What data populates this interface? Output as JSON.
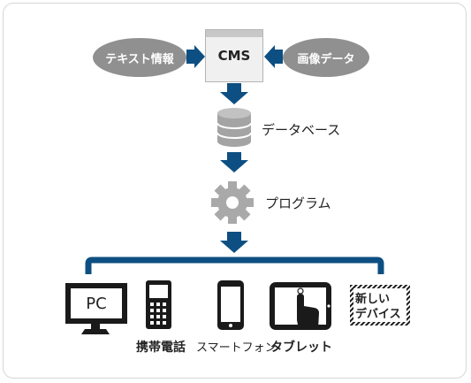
{
  "inputs": {
    "left": "テキスト情報",
    "right": "画像データ"
  },
  "cms": {
    "label": "CMS"
  },
  "database": {
    "label": "データベース"
  },
  "program": {
    "label": "プログラム"
  },
  "devices": {
    "pc": "PC",
    "mobile": "携帯電話",
    "smartphone": "スマートフォン",
    "tablet": "タブレット",
    "new_device_line1": "新しい",
    "new_device_line2": "デバイス"
  },
  "colors": {
    "arrow": "#0d4f82",
    "ellipse": "#909090",
    "gear": "#a9a9a9",
    "device": "#1a1a1a"
  }
}
